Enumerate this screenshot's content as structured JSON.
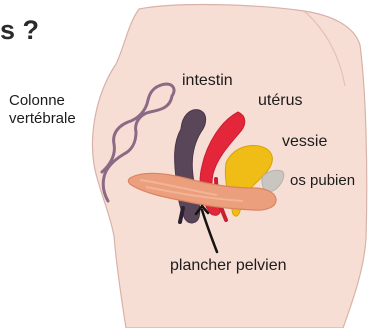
{
  "title_fragment": "s ?",
  "labels": {
    "colonne_line1": "Colonne",
    "colonne_line2": "vertébrale",
    "intestin": "intestin",
    "uterus": "utérus",
    "vessie": "vessie",
    "os_pubien": "os pubien",
    "plancher_pelvien": "plancher pelvien"
  },
  "colors": {
    "body": "#f7ded5",
    "body_outline": "#d8b2a8",
    "spine": "#8a6a84",
    "intestine": "#5a4659",
    "uterus": "#e3263a",
    "bladder": "#f0bd16",
    "pubic_bone": "#c9c5c1",
    "pelvic_floor": "#ec9f7d",
    "arrow": "#141414"
  }
}
